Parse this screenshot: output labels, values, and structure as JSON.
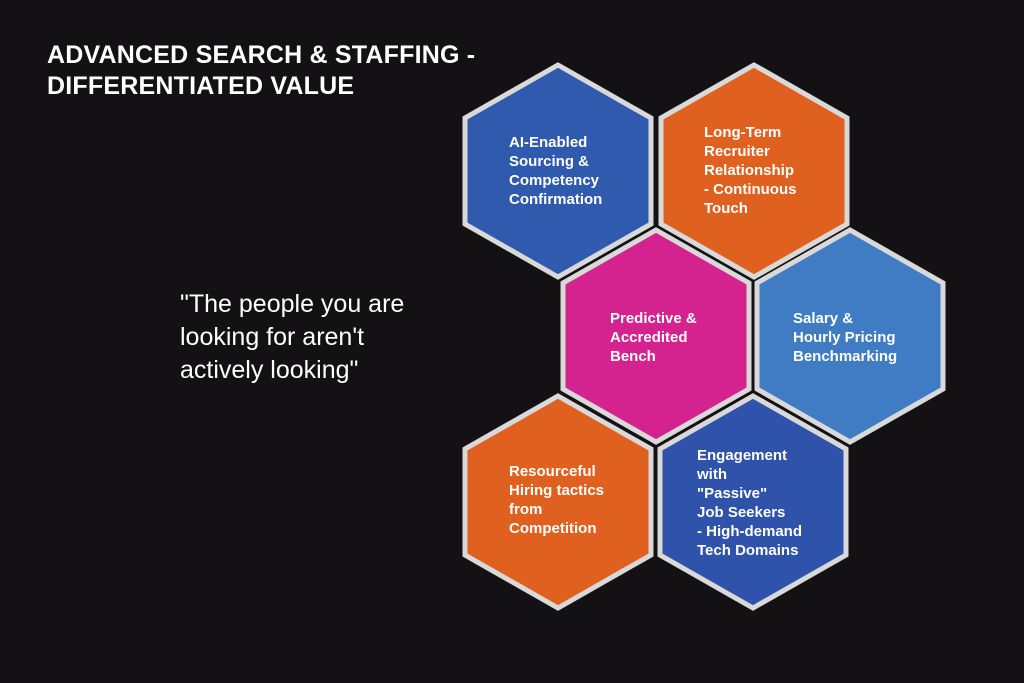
{
  "title": {
    "line1": "ADVANCED SEARCH & STAFFING -",
    "line2": "DIFFERENTIATED VALUE"
  },
  "quote": {
    "line1": "\"The people you are",
    "line2": "looking for aren't",
    "line3": "actively looking\""
  },
  "hexagons": [
    {
      "color": "#2F5AAE",
      "lines": [
        "AI-Enabled",
        "Sourcing &",
        "Competency",
        "Confirmation"
      ]
    },
    {
      "color": "#E0601F",
      "lines": [
        "Long-Term",
        "Recruiter",
        "Relationship",
        "- Continuous",
        "Touch"
      ]
    },
    {
      "color": "#D4228F",
      "lines": [
        "Predictive &",
        "Accredited",
        "Bench"
      ]
    },
    {
      "color": "#3F7CC4",
      "lines": [
        "Salary &",
        "Hourly Pricing",
        "Benchmarking"
      ]
    },
    {
      "color": "#E0601F",
      "lines": [
        "Resourceful",
        "Hiring tactics",
        "from",
        "Competition"
      ]
    },
    {
      "color": "#2F52AA",
      "lines": [
        "Engagement",
        "with",
        "\"Passive\"",
        "Job Seekers",
        "- High-demand",
        "Tech Domains"
      ]
    }
  ]
}
